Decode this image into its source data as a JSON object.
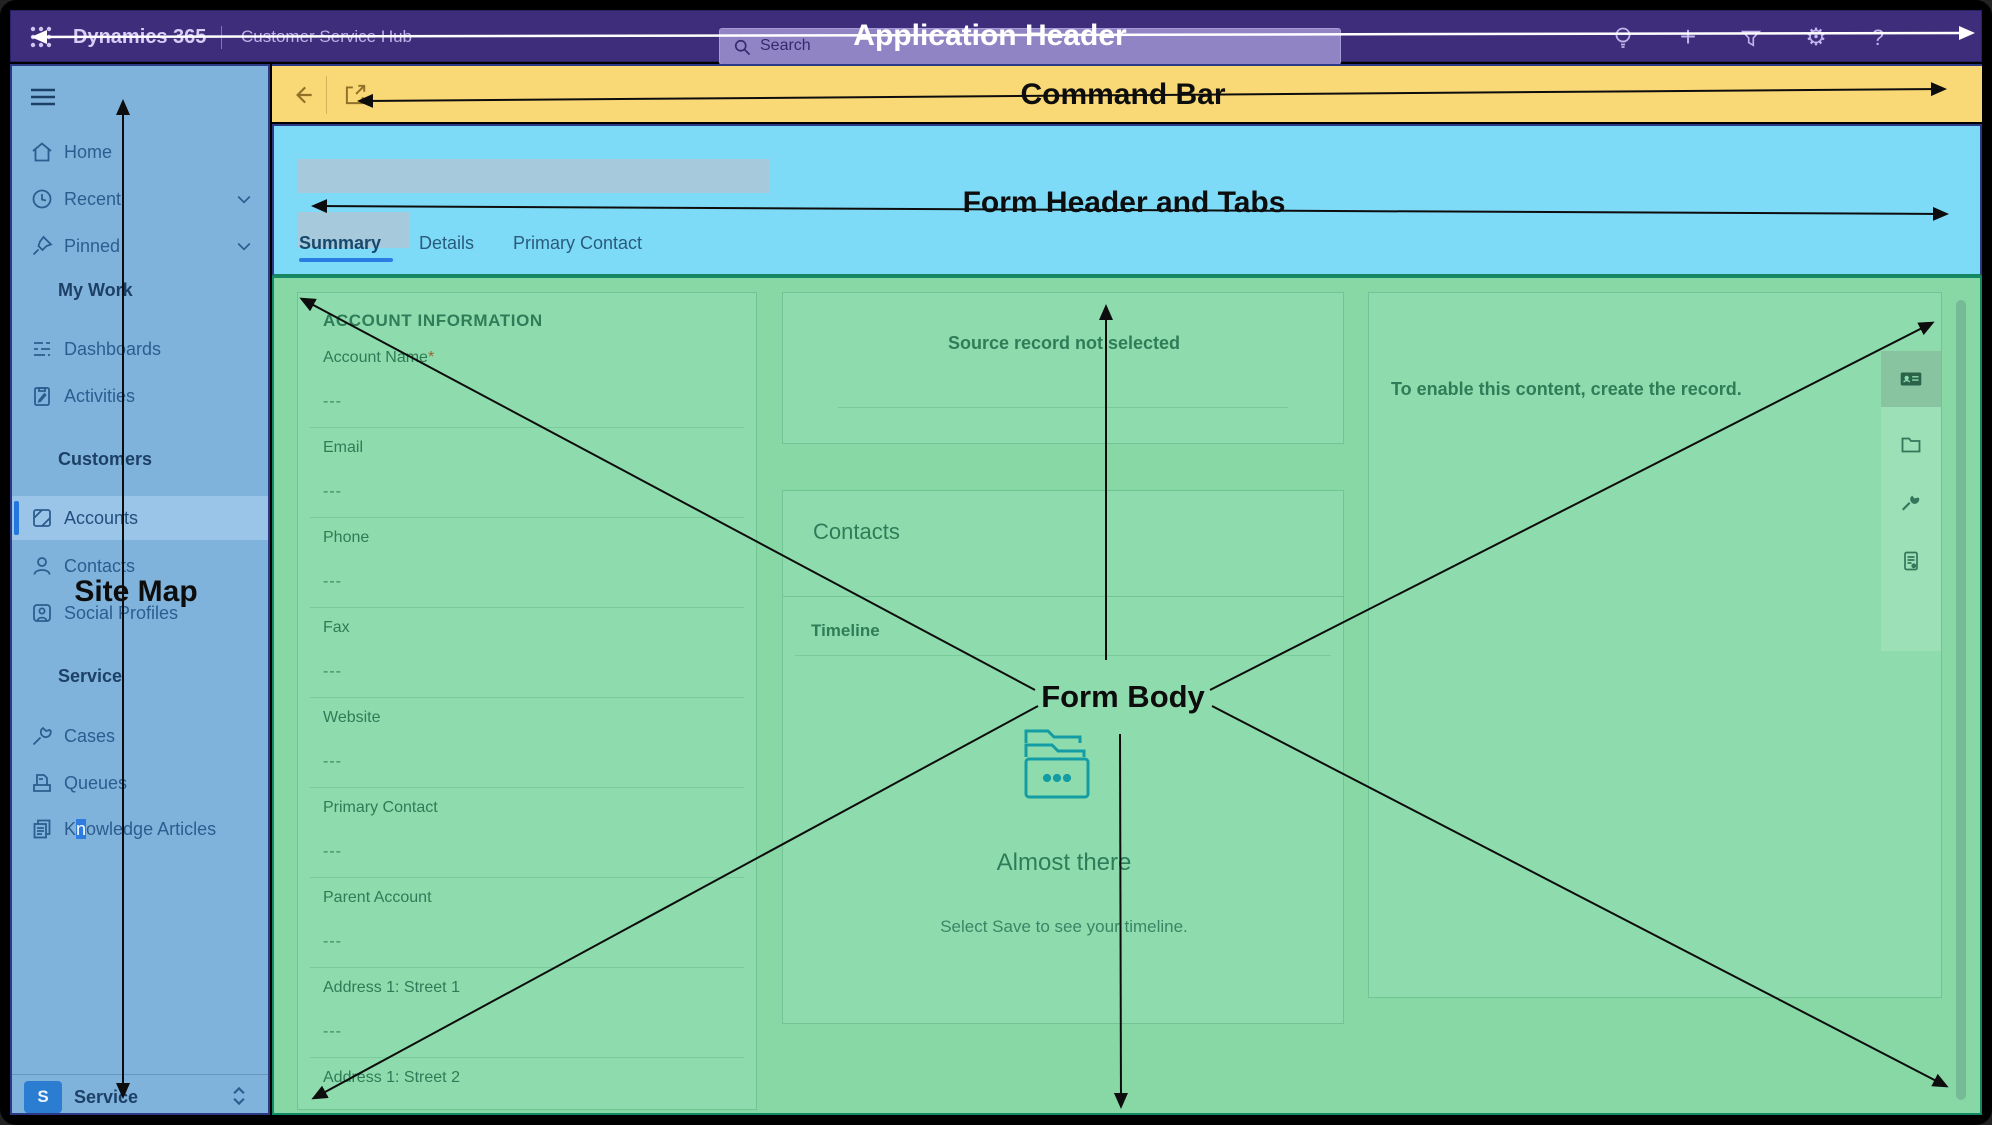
{
  "app_header": {
    "brand": "Dynamics 365",
    "app_name": "Customer Service Hub",
    "search_placeholder": "Search",
    "add_glyph": "+",
    "settings_glyph": "⚙",
    "help_glyph": "?"
  },
  "sitemap": {
    "top_items": [
      {
        "label": "Home"
      },
      {
        "label": "Recent"
      },
      {
        "label": "Pinned"
      }
    ],
    "sections": [
      {
        "title": "My Work",
        "items": [
          {
            "label": "Dashboards"
          },
          {
            "label": "Activities"
          }
        ]
      },
      {
        "title": "Customers",
        "items": [
          {
            "label": "Accounts"
          },
          {
            "label": "Contacts"
          },
          {
            "label": "Social Profiles"
          }
        ]
      },
      {
        "title": "Service",
        "items": [
          {
            "label": "Cases"
          },
          {
            "label": "Queues"
          },
          {
            "label": "Knowledge Articles",
            "label_pre": "K",
            "label_highlight": "n",
            "label_post": "owledge Articles"
          }
        ]
      }
    ],
    "area_switcher": {
      "initial": "S",
      "label": "Service"
    }
  },
  "form_header": {
    "tabs": [
      {
        "label": "Summary"
      },
      {
        "label": "Details"
      },
      {
        "label": "Primary Contact"
      }
    ]
  },
  "form_body": {
    "account_info": {
      "title": "ACCOUNT INFORMATION",
      "required_marker": "*",
      "fields": [
        {
          "label": "Account Name",
          "value": "---"
        },
        {
          "label": "Email",
          "value": "---"
        },
        {
          "label": "Phone",
          "value": "---"
        },
        {
          "label": "Fax",
          "value": "---"
        },
        {
          "label": "Website",
          "value": "---"
        },
        {
          "label": "Primary Contact",
          "value": "---"
        },
        {
          "label": "Parent Account",
          "value": "---"
        },
        {
          "label": "Address 1: Street 1",
          "value": "---"
        },
        {
          "label": "Address 1: Street 2",
          "value": ""
        }
      ]
    },
    "source_record_card": {
      "message": "Source record not selected"
    },
    "contacts_card": {
      "title": "Contacts"
    },
    "timeline_card": {
      "title": "Timeline",
      "empty_title": "Almost there",
      "empty_hint": "Select Save to see your timeline."
    },
    "related_panel": {
      "message": "To enable this content, create the record."
    }
  },
  "annotations": {
    "application_header": "Application Header",
    "command_bar": "Command Bar",
    "form_header": "Form Header and Tabs",
    "site_map": "Site Map",
    "form_body": "Form Body"
  },
  "colors": {
    "header_purple": "#3e2d7a",
    "command_yellow": "#f9d876",
    "form_header_blue": "#7edbf7",
    "sitemap_blue": "#7fb3dc",
    "form_body_green": "#88d8a6",
    "accent_blue": "#2f7ce0",
    "timeline_teal": "#149ca4"
  }
}
